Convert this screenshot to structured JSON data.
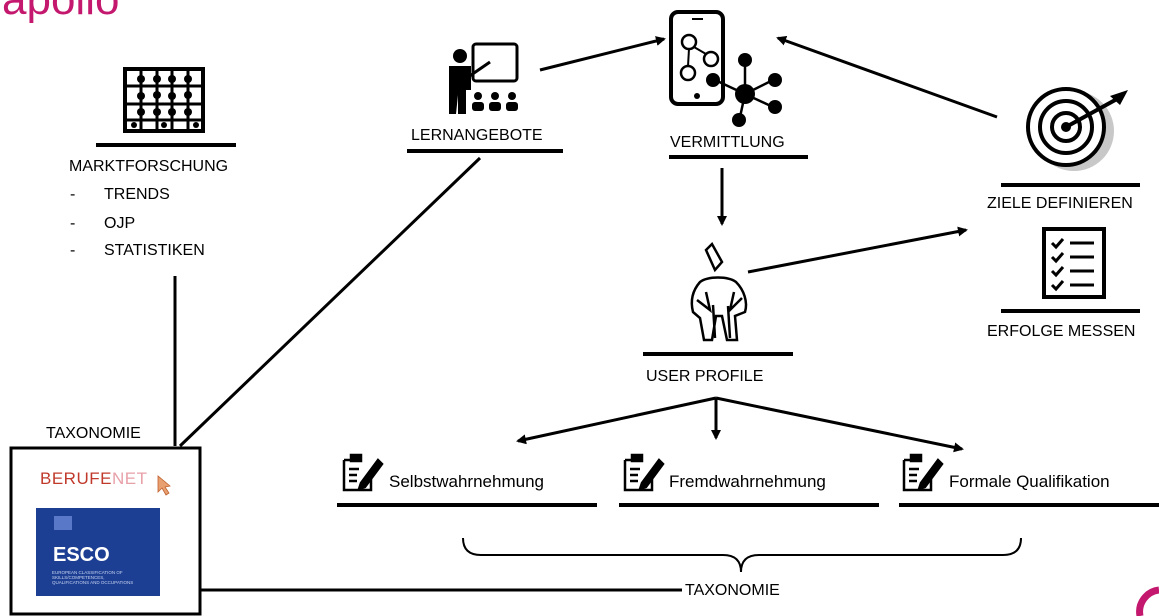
{
  "logo": {
    "text": "apollo"
  },
  "marktforschung": {
    "title": "MARKTFORSCHUNG",
    "items": [
      "TRENDS",
      "OJP",
      "STATISTIKEN"
    ],
    "bullet": "-",
    "icon": "abacus-icon"
  },
  "lernangebote": {
    "label": "LERNANGEBOTE",
    "icon": "teacher-presentation-icon"
  },
  "vermittlung": {
    "label": "VERMITTLUNG",
    "icon": "smartphone-network-icon"
  },
  "ziele": {
    "label": "ZIELE DEFINIEREN",
    "icon": "target-arrow-icon"
  },
  "erfolge": {
    "label": "ERFOLGE MESSEN",
    "icon": "checklist-icon"
  },
  "user_profile": {
    "label": "USER PROFILE",
    "icon": "user-figure-icon"
  },
  "taxonomie_left": {
    "label": "TAXONOMIE",
    "berufenet": {
      "part1": "BERUFE",
      "part2": "NET"
    },
    "esco": {
      "title": "ESCO",
      "subtitle_line1": "EUROPEAN CLASSIFICATION OF",
      "subtitle_line2": "SKILLS/COMPETENCES,",
      "subtitle_line3": "QUALIFICATIONS AND OCCUPATIONS"
    }
  },
  "assessments": [
    {
      "label": "Selbstwahrnehmung",
      "icon": "edit-document-icon"
    },
    {
      "label": "Fremdwahrnehmung",
      "icon": "edit-document-icon"
    },
    {
      "label": "Formale Qualifikation",
      "icon": "edit-document-icon"
    }
  ],
  "taxonomie_bottom": {
    "label": "TAXONOMIE"
  },
  "colors": {
    "logo": "#c4186e",
    "berufenet_red": "#c0392b",
    "berufenet_pink": "#e8a0a8",
    "esco_blue": "#1c3f94",
    "line": "#000000"
  }
}
